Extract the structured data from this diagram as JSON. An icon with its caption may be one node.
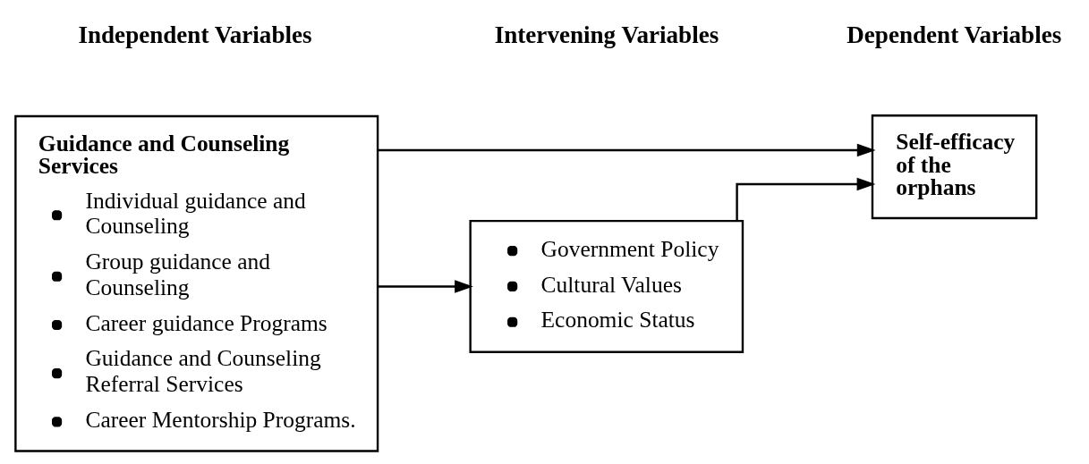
{
  "diagram": {
    "nodes": [
      {
        "text": [
          "Guidance and Counseling Services",
          "Individual guidance and Counseling",
          "Group guidance and Counseling",
          "Career guidance Programs",
          "Guidance and Counseling Referral Services",
          "Career Mentorship Programs."
        ]
      },
      {
        "text": [
          "Government Policy",
          "Cultural Values",
          "Economic Status"
        ]
      },
      {
        "text": [
          "Self-efficacy of the orphans"
        ]
      }
    ],
    "edges": [
      {
        "from": 0,
        "to": 1,
        "arrow": "to"
      },
      {
        "from": 1,
        "to": 2,
        "arrow": "to"
      },
      {
        "from": 0,
        "to": 2,
        "arrow": "to"
      }
    ],
    "labels": [
      "Independent Variables",
      "Intervening Variables",
      "Dependent Variables"
    ]
  }
}
